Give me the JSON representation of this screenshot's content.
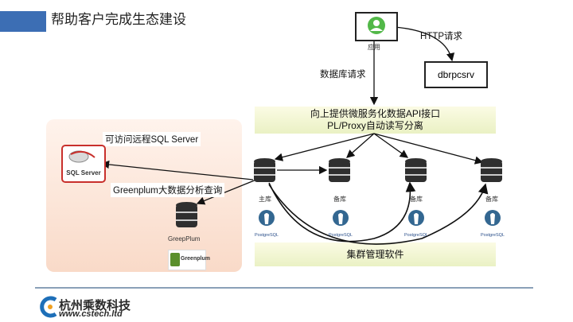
{
  "slide": {
    "title": "帮助客户完成生态建设",
    "colors": {
      "accent": "#3c6eb4",
      "panel": "#fbe2d3",
      "green_box": "#eef3cc"
    }
  },
  "diagram": {
    "app": {
      "label": "应用",
      "icon": "user-icon"
    },
    "service": {
      "label": "dbrpcsrv"
    },
    "edges": {
      "http": "HTTP请求",
      "db_request": "数据库请求"
    },
    "api_box": {
      "line1": "向上提供微服务化数据API接口",
      "line2": "PL/Proxy自动读写分离"
    },
    "cluster_box": {
      "label": "集群管理软件"
    },
    "primary": {
      "label": "主库",
      "logo_text": "PostgreSQL"
    },
    "standbys": [
      {
        "label": "备库",
        "logo_text": "PostgreSQL"
      },
      {
        "label": "备库",
        "logo_text": "PostgreSQL"
      },
      {
        "label": "备库",
        "logo_text": "PostgreSQL"
      }
    ],
    "left_panel": {
      "sql_server_edge": "可访问远程SQL Server",
      "sql_server_logo": "SQL Server",
      "greenplum_edge": "Greenplum大数据分析查询",
      "greenplum_db_label": "GreepPlum",
      "greenplum_logo": "Greenplum"
    }
  },
  "footer": {
    "company": "杭州乘数科技",
    "url": "www.cstech.ltd"
  }
}
